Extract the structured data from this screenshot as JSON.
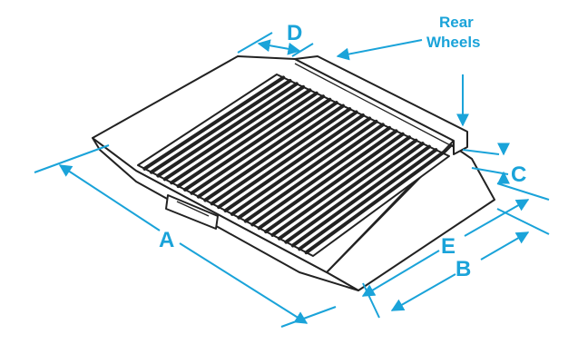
{
  "labels": {
    "a": "A",
    "b": "B",
    "c": "C",
    "d": "D",
    "e": "E",
    "rear_line1": "Rear",
    "rear_line2": "Wheels"
  },
  "colors": {
    "accent": "#1aa3d9",
    "outline": "#222222"
  }
}
